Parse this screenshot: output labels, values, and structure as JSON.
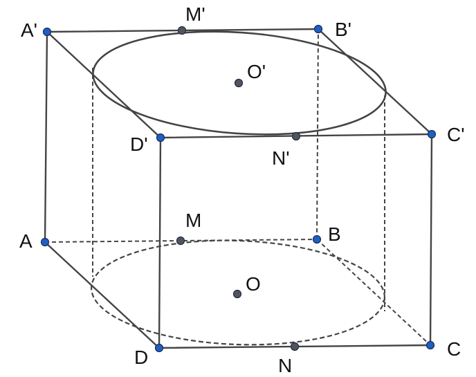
{
  "colors": {
    "vertex_point": "#1f5fc4",
    "midpoint_point": "#555555",
    "edge": "#444444"
  },
  "labels": {
    "A_prime": "A'",
    "B_prime": "B'",
    "C_prime": "C'",
    "D_prime": "D'",
    "M_prime": "M'",
    "N_prime": "N'",
    "O_prime": "O'",
    "A": "A",
    "B": "B",
    "C": "C",
    "D": "D",
    "M": "M",
    "N": "N",
    "O": "O"
  }
}
